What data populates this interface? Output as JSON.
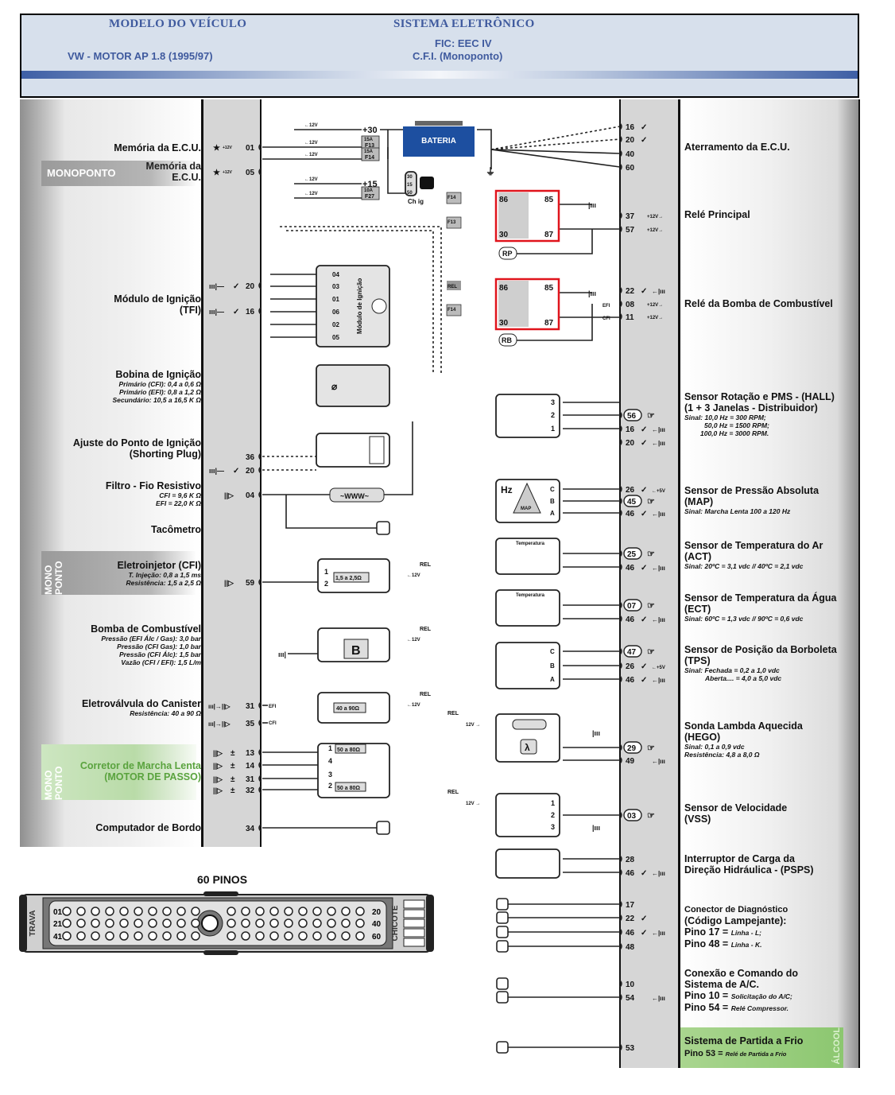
{
  "header": {
    "model_heading": "MODELO DO VEÍCULO",
    "model_value": "VW - MOTOR AP 1.8 (1995/97)",
    "system_heading": "SISTEMA ELETRÔNICO",
    "system_line1": "FIC: EEC IV",
    "system_line2": "C.F.I. (Monoponto)"
  },
  "left_components": [
    {
      "title": "Memória da E.C.U.",
      "pins": [
        "01"
      ],
      "symbol": "* +12V"
    },
    {
      "badge": "MONOPONTO",
      "title": "Memória da E.C.U.",
      "pins": [
        "05"
      ],
      "symbol": "* +12V"
    },
    {
      "title": "Módulo de Ignição (TFI)",
      "pins": [
        "20",
        "16"
      ],
      "symbol": "ground ✓"
    },
    {
      "title": "Bobina de Ignição",
      "details": [
        "Primário (CFI): 0,4 a 0,6 Ω",
        "Primário (EFI): 0,8 a 1,2 Ω",
        "Secundário: 10,5 a 16,5 K Ω"
      ]
    },
    {
      "title": "Ajuste do Ponto de Ignição (Shorting Plug)",
      "pins": [
        "36",
        "20"
      ]
    },
    {
      "title": "Filtro - Fio Resistivo",
      "details": [
        "CFI = 9,6 K Ω",
        "EFI = 22,0 K Ω"
      ],
      "pins": [
        "04"
      ]
    },
    {
      "title": "Tacômetro"
    },
    {
      "badge": "MONO PONTO",
      "title": "Eletroinjetor (CFI)",
      "details": [
        "T. Injeção: 0,8 a 1,5 ms",
        "Resistência: 1,5 a 2,5 Ω"
      ],
      "pins": [
        "59"
      ]
    },
    {
      "title": "Bomba de Combustível",
      "details": [
        "Pressão (EFI Álc / Gas): 3,0 bar",
        "Pressão (CFI Gas): 1,0 bar",
        "Pressão (CFI Álc): 1,5 bar",
        "Vazão (CFI / EFI): 1,5 L/m"
      ]
    },
    {
      "title": "Eletroválvula do Canister",
      "details": [
        "Resistência: 40 a 90 Ω"
      ],
      "pins": [
        "31",
        "35"
      ]
    },
    {
      "badge": "MONO PONTO",
      "title": "Corretor de Marcha Lenta (MOTOR DE PASSO)",
      "pins": [
        "13",
        "14",
        "31",
        "32"
      ]
    },
    {
      "title": "Computador de Bordo",
      "pins": [
        "34"
      ]
    }
  ],
  "left_labels": {
    "mem1": "Memória da E.C.U.",
    "monoponto": "MONOPONTO",
    "mem2a": "Memória da",
    "mem2b": "E.C.U.",
    "mod_ign_a": "Módulo de Ignição",
    "mod_ign_b": "(TFI)",
    "bobina": "Bobina de Ignição",
    "bobina_d1": "Primário (CFI): 0,4 a 0,6 Ω",
    "bobina_d2": "Primário (EFI): 0,8 a 1,2 Ω",
    "bobina_d3": "Secundário: 10,5 a 16,5 K Ω",
    "ajuste_a": "Ajuste do Ponto de Ignição",
    "ajuste_b": "(Shorting Plug)",
    "filtro": "Filtro - Fio Resistivo",
    "filtro_d1": "CFI = 9,6 K Ω",
    "filtro_d2": "EFI = 22,0 K Ω",
    "taco": "Tacômetro",
    "mono_a": "MONO",
    "mono_b": "PONTO",
    "injetor": "Eletroinjetor (CFI)",
    "injetor_d1": "T. Injeção: 0,8 a 1,5 ms",
    "injetor_d2": "Resistência: 1,5 a 2,5 Ω",
    "bomba": "Bomba de Combustível",
    "bomba_d1": "Pressão (EFI Álc / Gas): 3,0 bar",
    "bomba_d2": "Pressão (CFI Gas): 1,0 bar",
    "bomba_d3": "Pressão (CFI Álc): 1,5 bar",
    "bomba_d4": "Vazão (CFI / EFI): 1,5 L/m",
    "canister": "Eletroválvula do Canister",
    "canister_d1": "Resistência: 40 a 90 Ω",
    "corretor_a": "Corretor de Marcha Lenta",
    "corretor_b": "(MOTOR DE PASSO)",
    "computador": "Computador de Bordo"
  },
  "left_pins": [
    "01",
    "05",
    "20",
    "16",
    "36",
    "20",
    "04",
    "59",
    "31",
    "35",
    "13",
    "14",
    "31",
    "32",
    "34"
  ],
  "right_labels": {
    "aterr": "Aterramento da E.C.U.",
    "rele_princ": "Relé Principal",
    "rele_bomba": "Relé da Bomba de Combustível",
    "hall_a": "Sensor Rotação e PMS - (HALL)",
    "hall_b": "(1 + 3 Janelas - Distribuidor)",
    "hall_d1": "Sinal: 10,0 Hz = 300 RPM;",
    "hall_d2": "50,0 Hz = 1500 RPM;",
    "hall_d3": "100,0 Hz = 3000 RPM.",
    "map_a": "Sensor de Pressão Absoluta",
    "map_b": "(MAP)",
    "map_d1": "Sinal: Marcha Lenta 100 a 120 Hz",
    "act_a": "Sensor de Temperatura do Ar",
    "act_b": "(ACT)",
    "act_d1": "Sinal: 20ºC = 3,1 vdc // 40ºC = 2,1 vdc",
    "ect_a": "Sensor de Temperatura da Água",
    "ect_b": "(ECT)",
    "ect_d1": "Sinal: 60ºC = 1,3 vdc // 90ºC = 0,6 vdc",
    "tps_a": "Sensor de Posição da Borboleta",
    "tps_b": "(TPS)",
    "tps_d1": "Sinal: Fechada = 0,2 a 1,0 vdc",
    "tps_d2": "Aberta.... = 4,0 a 5,0 vdc",
    "hego_a": "Sonda Lambda Aquecida",
    "hego_b": "(HEGO)",
    "hego_d1": "Sinal: 0,1 a 0,9 vdc",
    "hego_d2": "Resistência: 4,8 a 8,0 Ω",
    "vss_a": "Sensor de Velocidade",
    "vss_b": "(VSS)",
    "psps_a": "Interruptor de Carga da",
    "psps_b": "Direção Hidráulica - (PSPS)",
    "diag_a": "Conector de Diagnóstico",
    "diag_b": "(Código Lampejante):",
    "diag_c": "Pino 17 = ",
    "diag_c2": "Linha - L;",
    "diag_d": "Pino 48 = ",
    "diag_d2": "Linha - K.",
    "ac_a": "Conexão e Comando do",
    "ac_b": "Sistema de A/C.",
    "ac_c": "Pino 10 = ",
    "ac_c2": "Solicitação do A/C;",
    "ac_d": "Pino 54 = ",
    "ac_d2": "Relé Compressor.",
    "frio_a": "Sistema de Partida a Frio",
    "frio_b": "Pino 53 = ",
    "frio_b2": "Relé de Partida a Frio",
    "alcool": "ÁLCOOL"
  },
  "right_pins": [
    {
      "pin": "16",
      "mark": "✓"
    },
    {
      "pin": "20",
      "mark": "✓"
    },
    {
      "pin": "40",
      "mark": ""
    },
    {
      "pin": "60",
      "mark": ""
    },
    {
      "pin": "37",
      "mark": "+12V→"
    },
    {
      "pin": "57",
      "mark": "+12V→"
    },
    {
      "pin": "22",
      "mark": "✓ ground"
    },
    {
      "pin": "08",
      "mark": "+12V→"
    },
    {
      "pin": "11",
      "mark": "+12V→"
    },
    {
      "pin": "56",
      "mark": "signal"
    },
    {
      "pin": "16",
      "mark": "✓ ground"
    },
    {
      "pin": "20",
      "mark": "✓ ground"
    },
    {
      "pin": "26",
      "mark": "✓ ←+5V"
    },
    {
      "pin": "45",
      "mark": "signal"
    },
    {
      "pin": "46",
      "mark": "✓ ground"
    },
    {
      "pin": "25",
      "mark": "signal"
    },
    {
      "pin": "46",
      "mark": "✓ ground"
    },
    {
      "pin": "07",
      "mark": "signal"
    },
    {
      "pin": "46",
      "mark": "✓ ground"
    },
    {
      "pin": "47",
      "mark": "signal"
    },
    {
      "pin": "26",
      "mark": "✓ ←+5V"
    },
    {
      "pin": "46",
      "mark": "✓ ground"
    },
    {
      "pin": "29",
      "mark": "signal"
    },
    {
      "pin": "49",
      "mark": "ground"
    },
    {
      "pin": "03",
      "mark": "signal"
    },
    {
      "pin": "28",
      "mark": ""
    },
    {
      "pin": "46",
      "mark": "✓ ground"
    },
    {
      "pin": "17",
      "mark": ""
    },
    {
      "pin": "22",
      "mark": "✓"
    },
    {
      "pin": "46",
      "mark": "✓ ground"
    },
    {
      "pin": "48",
      "mark": ""
    },
    {
      "pin": "10",
      "mark": ""
    },
    {
      "pin": "54",
      "mark": "ground"
    },
    {
      "pin": "53",
      "mark": ""
    }
  ],
  "diagram": {
    "battery": "BATERIA",
    "plus30": "+30",
    "plus15": "+15",
    "v12": "←12V",
    "v12r": "12V →",
    "f13": "F13",
    "f14": "F14",
    "f27": "F27",
    "a15": "15A",
    "a10": "10A",
    "chig": "Ch ig",
    "sw30": "30",
    "sw15": "15",
    "sw50": "50",
    "relay_pins": [
      "86",
      "85",
      "30",
      "87"
    ],
    "rp": "RP",
    "rb": "RB",
    "rel": "REL",
    "efi": "EFI",
    "cfi": "CFI",
    "ign_module": "Módulo de Ignição",
    "ign_pins": [
      "04",
      "03",
      "01",
      "06",
      "02",
      "05"
    ],
    "injector_res": "1,5 a 2,5Ω",
    "canister_res": "40 a 90Ω",
    "stepper_res": "50 a 80Ω",
    "stepper_pins": [
      "1",
      "4",
      "3",
      "2"
    ],
    "pump": "B",
    "hz": "Hz",
    "map": "MAP",
    "map_pins": [
      "C",
      "B",
      "A"
    ],
    "temp": "Temperatura",
    "hall_pins": [
      "3",
      "2",
      "1"
    ],
    "vss_pins": [
      "1",
      "2",
      "3"
    ],
    "lambda": "λ"
  },
  "connector": {
    "title": "60 PINOS",
    "left_label": "TRAVA",
    "right_label": "CHICOTE",
    "row_labels_left": [
      "01",
      "21",
      "41"
    ],
    "row_labels_right": [
      "20",
      "40",
      "60"
    ]
  },
  "colors": {
    "header_text": "#3f5a9e",
    "relay_highlight": "#e0141c",
    "battery_blue": "#1d4fa0",
    "mono_green_text": "#5aa33e"
  }
}
